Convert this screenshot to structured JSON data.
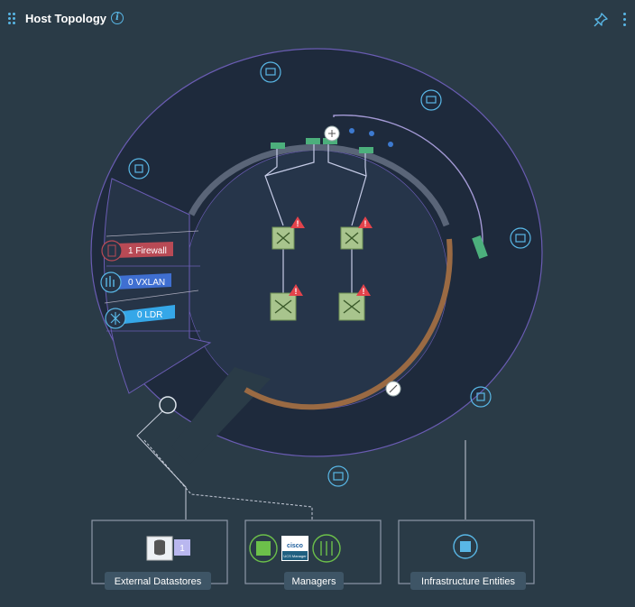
{
  "header": {
    "title": "Host Topology",
    "info_icon": "info-icon",
    "pin_icon": "pin-icon",
    "more_icon": "kebab-menu-icon"
  },
  "legend": {
    "firewall_label": "1 Firewall",
    "vxlan_label": "0 VXLAN",
    "ldr_label": "0 LDR"
  },
  "bottom_panels": {
    "datastores": {
      "label": "External Datastores",
      "count": "1"
    },
    "managers": {
      "label": "Managers",
      "cisco_text": "cisco",
      "cisco_sub": "UCS Manager"
    },
    "infrastructure": {
      "label": "Infrastructure Entities"
    }
  },
  "colors": {
    "background": "#2a3b47",
    "ring": "#1e2a3c",
    "ring_border": "#6a5cb3",
    "accent": "#59b7e6",
    "firewall": "#b84a55",
    "vxlan": "#3f6fd1",
    "ldr": "#35a7e8",
    "brown_arc": "#9a6a43",
    "alert": "#e3434b",
    "node_green": "#a8c48d"
  }
}
